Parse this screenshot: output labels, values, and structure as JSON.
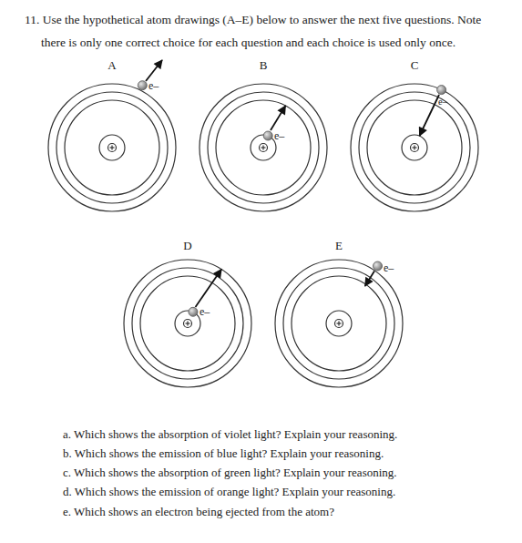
{
  "diagram": {
    "labels": [
      "11. Use the hypothetical atom drawings (A–E) below to answer the next five questions. Note there is only one correct choice for each question and each choice is used only once.",
      "A",
      "B",
      "C",
      "e–",
      "e–",
      "e–",
      "D",
      "E",
      "e–",
      "e–",
      "a. Which shows the absorption of violet light? Explain your reasoning.",
      "b. Which shows the emission of blue light? Explain your reasoning.",
      "c. Which shows the absorption of green light? Explain your reasoning.",
      "d. Which shows the emission of orange light? Explain your reasoning.",
      "e. Which shows an electron being ejected from the atom?"
    ]
  }
}
